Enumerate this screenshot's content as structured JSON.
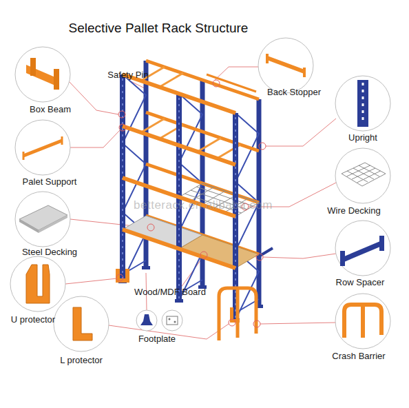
{
  "diagram": {
    "title": "Selective Pallet Rack Structure",
    "labels": [
      "Safety Pin",
      "Box Beam",
      "Back Stopper",
      "Upright",
      "Palet Support",
      "Wire Decking",
      "Steel Decking",
      "Row Spacer",
      "Wood/MDF Board",
      "U protector",
      "Footplate",
      "Crash Barrier",
      "L protector",
      "betterack.en.alibaba.com"
    ]
  }
}
